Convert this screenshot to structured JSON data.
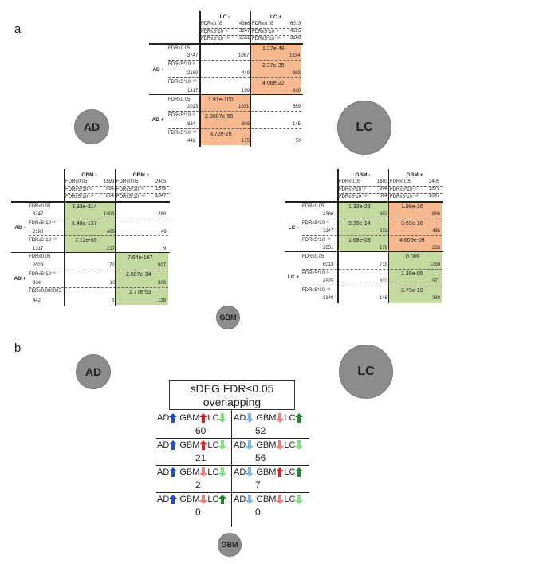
{
  "panels": {
    "a": "a",
    "b": "b"
  },
  "circles": {
    "ad": "AD",
    "lc": "LC",
    "gbm": "GBM"
  },
  "fdr": {
    "f1": "FDR≤0.05",
    "f2": "FDR≤5*10⁻⁸",
    "f3": "FDR≤5*10⁻¹⁸",
    "f3b": "FDR≤0.000005"
  },
  "matrix_ad_lc": {
    "col_headers": [
      "LC -",
      "LC +"
    ],
    "row_headers": [
      "AD -",
      "AD +"
    ],
    "col_counts": [
      [
        "4366",
        "3247",
        "2551"
      ],
      [
        "6013",
        "4525",
        "3140"
      ]
    ],
    "row_counts": [
      [
        "3747",
        "2180",
        "1317"
      ],
      [
        "2023",
        "834",
        "442"
      ]
    ],
    "cell_counts": [
      [
        "1067",
        "449",
        "199"
      ],
      [
        "1934",
        "993",
        "430"
      ],
      [
        "1031",
        "393",
        "175"
      ],
      [
        "569",
        "145",
        "50"
      ]
    ],
    "pvalues": {
      "r0c1": [
        "1.27e-48",
        "2.37e-35",
        "4.06e-22"
      ],
      "r1c0": [
        "1.91e-100",
        "2.8007e-59",
        "3.72e-28"
      ]
    }
  },
  "matrix_ad_gbm": {
    "col_headers": [
      "GBM -",
      "GBM +"
    ],
    "row_headers": [
      "AD -",
      "AD +"
    ],
    "col_counts": [
      [
        "1693",
        "994",
        "664"
      ],
      [
        "2405",
        "1579",
        "1047"
      ]
    ],
    "row_counts": [
      [
        "3747",
        "2180",
        "1317"
      ],
      [
        "2023",
        "834",
        "442"
      ]
    ],
    "cell_counts": [
      [
        "1003",
        "465",
        "217"
      ],
      [
        "289",
        "49",
        "9"
      ],
      [
        "72",
        "10",
        "3"
      ],
      [
        "807",
        "308",
        "139"
      ]
    ],
    "pvalues": {
      "r0c0": [
        "3.93e-214",
        "6.48e-137",
        "7.12e-69"
      ],
      "r1c1": [
        "7.64e-167",
        "2.607e-94",
        "2.77e-53"
      ]
    }
  },
  "matrix_lc_gbm": {
    "col_headers": [
      "GBM -",
      "GBM +"
    ],
    "row_headers": [
      "LC -",
      "LC +"
    ],
    "col_counts": [
      [
        "1693",
        "994",
        "664"
      ],
      [
        "2405",
        "1579",
        "1047"
      ]
    ],
    "row_counts": [
      [
        "4366",
        "3247",
        "2551"
      ],
      [
        "6013",
        "4525",
        "3140"
      ]
    ],
    "cell_counts": [
      [
        "692",
        "322",
        "179"
      ],
      [
        "896",
        "495",
        "258"
      ],
      [
        "719",
        "332",
        "146"
      ],
      [
        "1058",
        "571",
        "348"
      ]
    ],
    "pvalues": {
      "r0c0": [
        "1.33e-23",
        "9.39e-14",
        "1.68e-09"
      ],
      "r0c1": [
        "1.99e-16",
        "3.69e-18",
        "4.606e-09"
      ],
      "r1c1": [
        "0.009",
        "1.36e-05",
        "3.73e-19"
      ]
    }
  },
  "panel_b": {
    "title_line1": "sDEG FDR≤0.05",
    "title_line2": "overlapping",
    "ad": "AD",
    "gbm": "GBM",
    "lc": "LC",
    "colors": {
      "up_blue": "#1f4fd6",
      "down_blue": "#7fb4e6",
      "up_red": "#d62020",
      "down_red": "#f08080",
      "up_green": "#1a8a2a",
      "down_green": "#7fe07f"
    },
    "rows": [
      {
        "left": "60",
        "right": "52"
      },
      {
        "left": "21",
        "right": "56"
      },
      {
        "left": "2",
        "right": "7"
      },
      {
        "left": "0",
        "right": "0"
      }
    ]
  },
  "colors": {
    "orange": "#f7b98f",
    "green": "#c3d99f",
    "circle": "#8c8c8c"
  }
}
